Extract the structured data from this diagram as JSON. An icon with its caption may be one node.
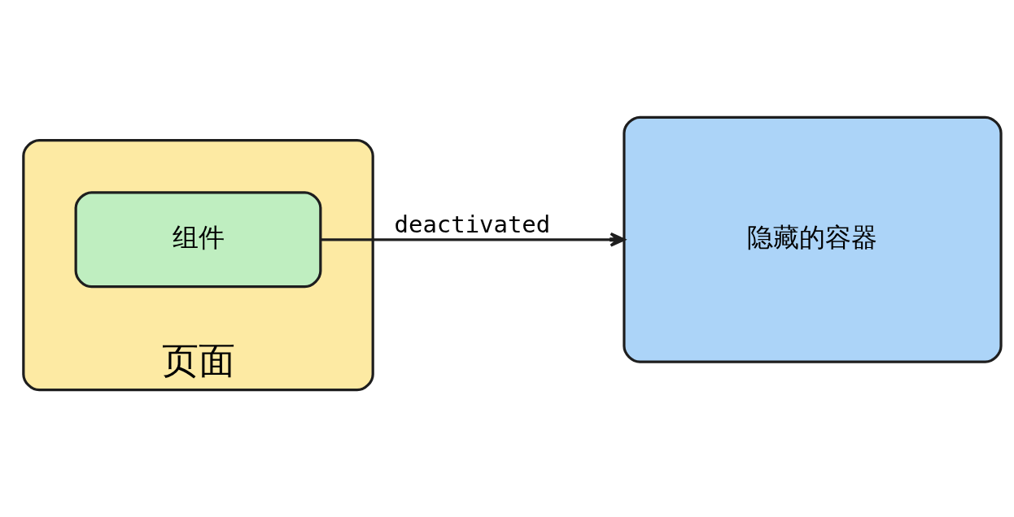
{
  "diagram": {
    "nodes": [
      {
        "text": [
          "页面"
        ]
      },
      {
        "text": [
          "组件"
        ],
        "in": 0
      },
      {
        "text": [
          "隐藏的容器"
        ]
      }
    ],
    "edges": [
      {
        "from": 1,
        "to": 2,
        "arrow": "to",
        "label": "deactivated"
      }
    ]
  }
}
